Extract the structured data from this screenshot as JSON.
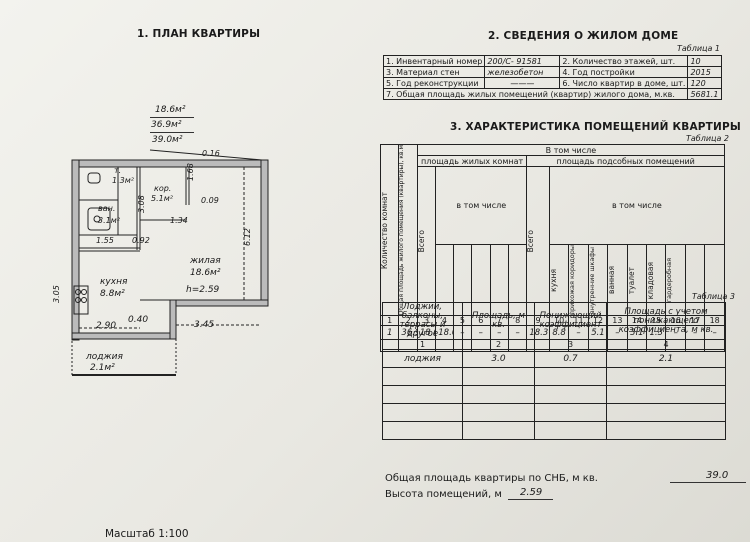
{
  "section1": {
    "title": "1. ПЛАН КВАРТИРЫ"
  },
  "section2": {
    "title": "2. СВЕДЕНИЯ О ЖИЛОМ ДОМЕ",
    "table_label": "Таблица 1",
    "rows": [
      {
        "l1": "1. Инвентарный номер",
        "v1": "200/С- 91581",
        "l2": "2. Количество этажей, шт.",
        "v2": "10"
      },
      {
        "l1": "3. Материал стен",
        "v1": "железобетон",
        "l2": "4. Год постройки",
        "v2": "2015"
      },
      {
        "l1": "5. Год реконструкции",
        "v1": "———",
        "l2": "6. Число квартир в доме, шт.",
        "v2": "120"
      }
    ],
    "row7": {
      "label": "7. Общая площадь жилых помещений (квартир) жилого дома, м.кв.",
      "value": "5681.1"
    }
  },
  "section3": {
    "title": "3. ХАРАКТЕРИСТИКА ПОМЕЩЕНИЙ КВАРТИРЫ",
    "table_label": "Таблица 2",
    "h_rooms": "Количество комнат",
    "h_total": "Общая площадь жилого помещения (квартиры), кв.м",
    "h_incl": "В том числе",
    "h_living": "площадь жилых комнат",
    "h_living_incl": "в том числе",
    "h_aux": "площадь подсобных помещений",
    "h_aux_incl": "в том числе",
    "h_vsego": "Всего",
    "h_aux_cols": [
      "кухня",
      "прихожая коридоры",
      "внутренние шкафы",
      "ванная",
      "туалет",
      "кладовая",
      "гардеробная"
    ],
    "col_numbers": [
      "1",
      "2",
      "3",
      "4",
      "5",
      "6",
      "7",
      "8",
      "9",
      "10",
      "11",
      "12",
      "13",
      "14",
      "15",
      "16",
      "17",
      "18"
    ],
    "data_row": [
      "1",
      "36.9",
      "18.6",
      "18.6",
      "–",
      "–",
      "–",
      "–",
      "18.3",
      "8.8",
      "–",
      "5.1",
      "–",
      "3.1",
      "1.3",
      "–",
      "–",
      "–"
    ]
  },
  "table3": {
    "label": "Таблица 3",
    "headers": [
      "Лоджии, балконы, террасы и другое",
      "Площадь, м кв.",
      "Понижающий коэффициент",
      "Площадь с учетом понижающего коэффициента, м кв."
    ],
    "col_numbers": [
      "1",
      "2",
      "3",
      "4"
    ],
    "row": [
      "лоджия",
      "3.0",
      "0.7",
      "2.1"
    ]
  },
  "summary": {
    "total_label": "Общая площадь квартиры по СНБ, м кв.",
    "total_value": "39.0",
    "height_label": "Высота помещений, м",
    "height_value": "2.59"
  },
  "plan": {
    "area_top": "18.6м²",
    "area_mid": "36.9м²",
    "area_bot": "39.0м²",
    "dim_016": "0.16",
    "wc_name": "т.",
    "wc_area": "1.3м²",
    "bath_name": "ван.",
    "bath_area": "3.1м²",
    "corr_name": "кор.",
    "corr_area": "5.1м²",
    "dim_168": "1.68",
    "dim_009": "0.09",
    "dim_308": "3.08",
    "dim_134": "1.34",
    "dim_155": "1.55",
    "dim_092": "0.92",
    "dim_612": "6.12",
    "living_name": "жилая",
    "living_area": "18.6м²",
    "living_h": "h=2.59",
    "kitchen_name": "кухня",
    "kitchen_area": "8.8м²",
    "dim_305": "3.05",
    "dim_290": "2.90",
    "dim_040": "0.40",
    "dim_345": "3.45",
    "loggia_name": "лоджия",
    "loggia_area": "2.1м²"
  },
  "scale": "Масштаб 1:100"
}
